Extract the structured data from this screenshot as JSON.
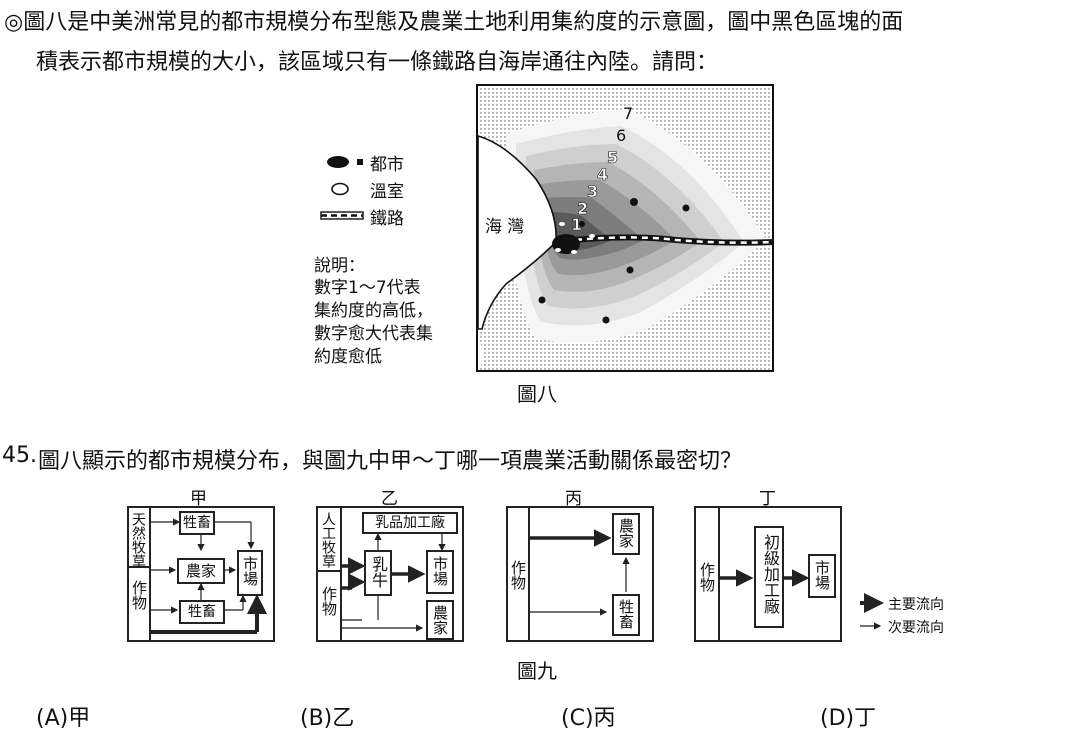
{
  "intro": {
    "line1": "◎圖八是中美洲常見的都市規模分布型態及農業土地利用集約度的示意圖，圖中黑色區塊的面",
    "line2": "積表示都市規模的大小，該區域只有一條鐵路自海岸通往內陸。請問："
  },
  "legend": {
    "city": "都市",
    "greenhouse": "溫室",
    "railway": "鐵路",
    "note_title": "說明：",
    "note_lines": [
      "數字1～7代表",
      "集約度的高低，",
      "數字愈大代表集",
      "約度愈低"
    ]
  },
  "map": {
    "bay_label": "海 灣",
    "ring_numbers": [
      "1",
      "2",
      "3",
      "4",
      "5",
      "6",
      "7"
    ],
    "caption": "圖八"
  },
  "question": {
    "number": "45.",
    "text": "圖八顯示的都市規模分布，與圖九中甲～丁哪一項農業活動關係最密切？"
  },
  "diagrams": {
    "jia": {
      "title": "甲",
      "side_top": "天然牧草",
      "side_bottom": "作物",
      "box1": "牲畜",
      "box2": "農家",
      "box3": "牲畜",
      "box4": "市場"
    },
    "yi": {
      "title": "乙",
      "side_top": "人工牧草",
      "side_bottom": "作物",
      "top_box": "乳品加工廠",
      "cow": "乳牛",
      "market": "市場",
      "farm": "農家"
    },
    "bing": {
      "title": "丙",
      "side": "作物",
      "farm": "農家",
      "livestock": "牲畜"
    },
    "ding": {
      "title": "丁",
      "side": "作物",
      "factory": "初級加工廠",
      "market": "市場"
    },
    "flow_legend": {
      "main": "主要流向",
      "minor": "次要流向"
    },
    "caption": "圖九"
  },
  "options": [
    {
      "label": "(A)甲"
    },
    {
      "label": "(B)乙"
    },
    {
      "label": "(C)丙"
    },
    {
      "label": "(D)丁"
    }
  ]
}
